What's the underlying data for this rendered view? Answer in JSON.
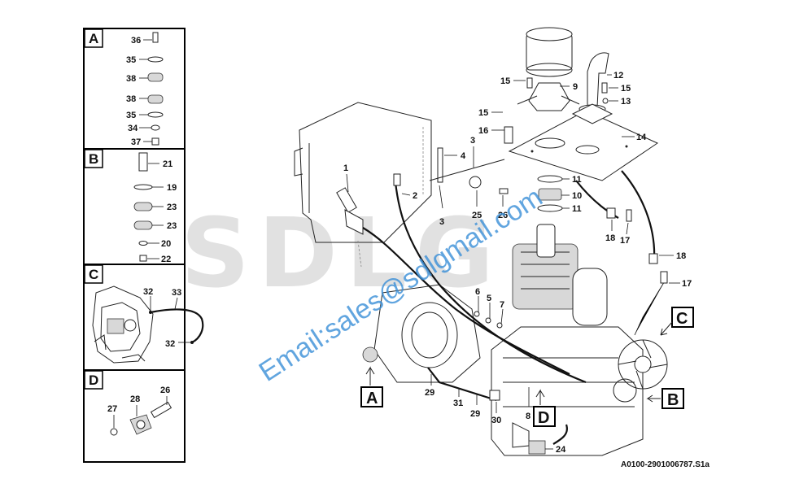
{
  "watermark": {
    "logo": "SDLG",
    "email": "Email:sales@sdlgmail.com"
  },
  "document_id": "A0100-2901006787.S1a",
  "panels": {
    "A": {
      "letter": "A",
      "items": [
        "36",
        "35",
        "38",
        "38",
        "35",
        "34",
        "37"
      ]
    },
    "B": {
      "letter": "B",
      "items": [
        "21",
        "19",
        "23",
        "23",
        "20",
        "22"
      ]
    },
    "C": {
      "letter": "C",
      "items": [
        "32",
        "33",
        "32"
      ]
    },
    "D": {
      "letter": "D",
      "items": [
        "26",
        "27",
        "28"
      ]
    }
  },
  "main_refs": {
    "A": "A",
    "B": "B",
    "C": "C",
    "D": "D"
  },
  "main_callouts": [
    "1",
    "2",
    "3",
    "3",
    "4",
    "5",
    "6",
    "7",
    "8",
    "9",
    "10",
    "11",
    "11",
    "12",
    "13",
    "14",
    "15",
    "15",
    "15",
    "16",
    "17",
    "17",
    "18",
    "18",
    "24",
    "25",
    "26",
    "29",
    "29",
    "30",
    "31"
  ],
  "colors": {
    "line": "#222222",
    "watermark_logo": "#c9c9c9",
    "watermark_email": "#3a8fd8",
    "frame": "#000000"
  }
}
